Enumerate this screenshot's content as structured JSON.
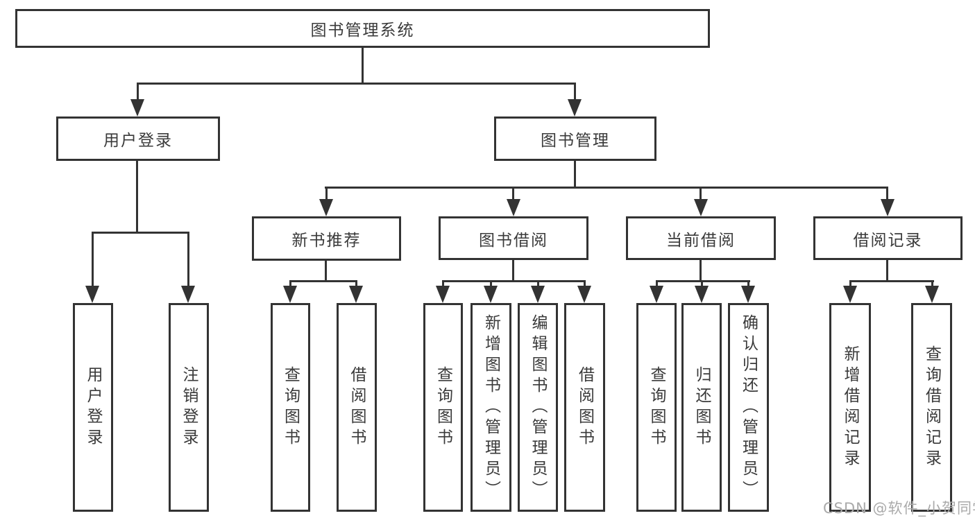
{
  "nodes": {
    "root": {
      "label": "图书管理系统"
    },
    "user_login": {
      "label": "用户登录"
    },
    "book_mgmt": {
      "label": "图书管理"
    },
    "new_book": {
      "label": "新书推荐"
    },
    "book_borrow": {
      "label": "图书借阅"
    },
    "current_borrow": {
      "label": "当前借阅"
    },
    "borrow_record": {
      "label": "借阅记录"
    },
    "leaf_user_login": {
      "label": "用户登录"
    },
    "leaf_logout": {
      "label": "注销登录"
    },
    "leaf_nb_query": {
      "label": "查询图书"
    },
    "leaf_nb_borrow": {
      "label": "借阅图书"
    },
    "leaf_bb_query": {
      "label": "查询图书"
    },
    "leaf_bb_add": {
      "label": "新增图书（管理员）"
    },
    "leaf_bb_edit": {
      "label": "编辑图书（管理员）"
    },
    "leaf_bb_borrow": {
      "label": "借阅图书"
    },
    "leaf_cb_query": {
      "label": "查询图书"
    },
    "leaf_cb_return": {
      "label": "归还图书"
    },
    "leaf_cb_confirm": {
      "label": "确认归还（管理员）"
    },
    "leaf_br_add": {
      "label": "新增借阅记录"
    },
    "leaf_br_query": {
      "label": "查询借阅记录"
    }
  },
  "watermark": "CSDN @软件_小贺同学",
  "colors": {
    "line": "#333333",
    "text": "#3a3a3a",
    "watermark": "#aaaaaa",
    "background": "#ffffff"
  }
}
